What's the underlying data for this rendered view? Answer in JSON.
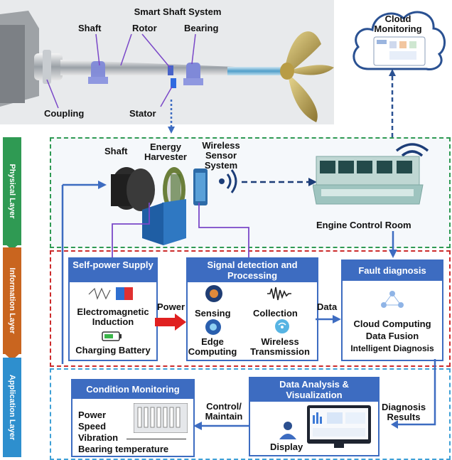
{
  "photo_labels": {
    "system_title": "Smart Shaft System",
    "shaft": "Shaft",
    "rotor": "Rotor",
    "bearing": "Bearing",
    "coupling": "Coupling",
    "stator": "Stator"
  },
  "cloud": {
    "label": "Cloud Monitoring"
  },
  "layers": {
    "physical": "Physical Layer",
    "information": "Information Layer",
    "application": "Application Layer"
  },
  "physical": {
    "shaft": "Shaft",
    "energy_harvester": "Energy Harvester",
    "wireless_sensor": "Wireless Sensor System",
    "engine_room": "Engine Control Room"
  },
  "self_power": {
    "title": "Self-power Supply",
    "electromagnetic": "Electromagnetic Induction",
    "battery": "Charging Battery"
  },
  "power_label": "Power",
  "signal": {
    "title": "Signal detection and Processing",
    "sensing": "Sensing",
    "collection": "Collection",
    "edge": "Edge Computing",
    "wireless": "Wireless Transmission"
  },
  "data_label": "Data",
  "fault": {
    "title": "Fault diagnosis",
    "items": [
      "Cloud Computing",
      "Data Fusion",
      "Intelligent Diagnosis"
    ]
  },
  "diagnosis_results": "Diagnosis Results",
  "analysis": {
    "title": "Data Analysis & Visualization",
    "display": "Display"
  },
  "control_label": "Control/ Maintain",
  "condition": {
    "title": "Condition Monitoring",
    "items": [
      "Power",
      "Speed",
      "Vibration",
      "Bearing temperature"
    ]
  },
  "colors": {
    "physical": "#2f9a53",
    "information": "#c9651f",
    "application": "#2e8fce",
    "box_blue": "#3d6cc1",
    "power_arrow": "#e02020"
  }
}
